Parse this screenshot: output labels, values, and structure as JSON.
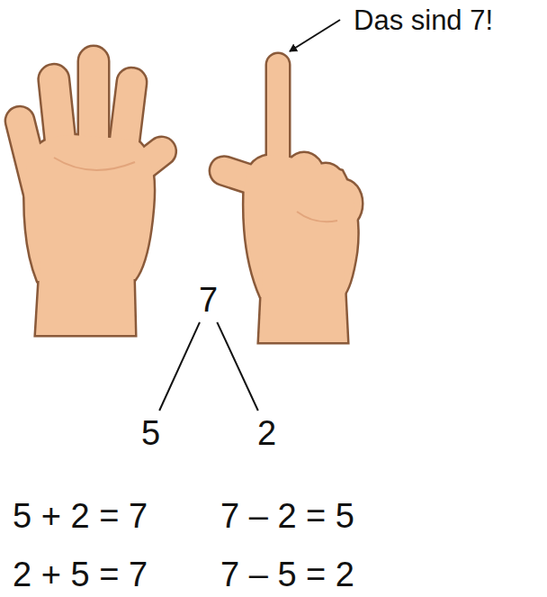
{
  "diagram": {
    "nodes": [
      {
        "text": [
          "7"
        ]
      },
      {
        "text": [
          "5"
        ]
      },
      {
        "text": [
          "2"
        ]
      }
    ],
    "edges": [
      {
        "from": 0,
        "to": 1,
        "arrow": "none"
      },
      {
        "from": 0,
        "to": 2,
        "arrow": "none"
      }
    ],
    "labels": [
      "Das sind 7!",
      "5 + 2 = 7",
      "7 – 2 = 5",
      "2 + 5 = 7",
      "7 – 5 = 2"
    ]
  }
}
